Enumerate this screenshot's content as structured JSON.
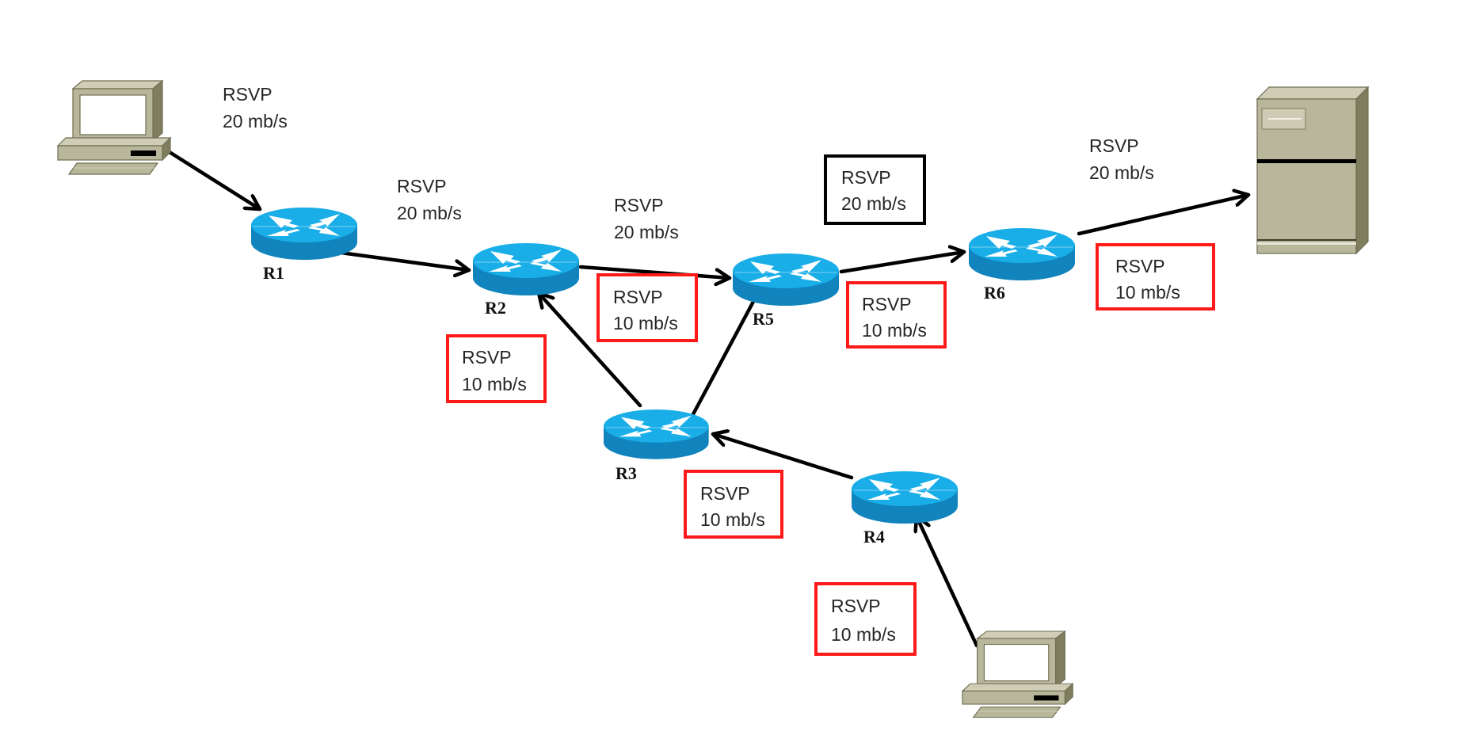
{
  "diagram": {
    "type": "network-topology",
    "protocol": "RSVP",
    "colors": {
      "router_top": "#19aee8",
      "router_side": "#1183bd",
      "reserved_box": "#ff1a1a",
      "highlight_box": "#000000",
      "device_body": "#b8b79c",
      "link": "#000000"
    },
    "nodes": [
      {
        "id": "host-a",
        "kind": "workstation"
      },
      {
        "id": "R1",
        "kind": "router",
        "label": "R1"
      },
      {
        "id": "R2",
        "kind": "router",
        "label": "R2"
      },
      {
        "id": "R3",
        "kind": "router",
        "label": "R3"
      },
      {
        "id": "R4",
        "kind": "router",
        "label": "R4"
      },
      {
        "id": "R5",
        "kind": "router",
        "label": "R5"
      },
      {
        "id": "R6",
        "kind": "router",
        "label": "R6"
      },
      {
        "id": "host-b",
        "kind": "workstation"
      },
      {
        "id": "server",
        "kind": "server"
      }
    ],
    "links": [
      {
        "from": "host-a",
        "to": "R1",
        "directed": true
      },
      {
        "from": "R1",
        "to": "R2",
        "directed": true
      },
      {
        "from": "R2",
        "to": "R5",
        "directed": true
      },
      {
        "from": "R5",
        "to": "R6",
        "directed": true
      },
      {
        "from": "R6",
        "to": "server",
        "directed": true
      },
      {
        "from": "R3",
        "to": "R2",
        "directed": true
      },
      {
        "from": "R3",
        "to": "R5",
        "directed": false
      },
      {
        "from": "R4",
        "to": "R3",
        "directed": true
      },
      {
        "from": "host-b",
        "to": "R4",
        "directed": true
      }
    ],
    "annotations": [
      {
        "id": "a1",
        "style": "plain",
        "line1": "RSVP",
        "line2": "20 mb/s",
        "link": "host-a→R1"
      },
      {
        "id": "a2",
        "style": "plain",
        "line1": "RSVP",
        "line2": "20 mb/s",
        "link": "R1→R2"
      },
      {
        "id": "a3",
        "style": "plain",
        "line1": "RSVP",
        "line2": "20 mb/s",
        "link": "R2→R5"
      },
      {
        "id": "a4",
        "style": "black-box",
        "line1": "RSVP",
        "line2": "20 mb/s",
        "link": "R5→R6"
      },
      {
        "id": "a5",
        "style": "plain",
        "line1": "RSVP",
        "line2": "20 mb/s",
        "link": "R6→server"
      },
      {
        "id": "b1",
        "style": "red-box",
        "line1": "RSVP",
        "line2": "10 mb/s",
        "link": "R2→R5"
      },
      {
        "id": "b2",
        "style": "red-box",
        "line1": "RSVP",
        "line2": "10 mb/s",
        "link": "R3→R2"
      },
      {
        "id": "b3",
        "style": "red-box",
        "line1": "RSVP",
        "line2": "10 mb/s",
        "link": "R5→R6"
      },
      {
        "id": "b4",
        "style": "red-box",
        "line1": "RSVP",
        "line2": "10 mb/s",
        "link": "R6→server"
      },
      {
        "id": "b5",
        "style": "red-box",
        "line1": "RSVP",
        "line2": "10 mb/s",
        "link": "R4→R3"
      },
      {
        "id": "b6",
        "style": "red-box",
        "line1": "RSVP",
        "line2": "10 mb/s",
        "link": "host-b→R4"
      }
    ]
  },
  "router_labels": {
    "r1": "R1",
    "r2": "R2",
    "r3": "R3",
    "r4": "R4",
    "r5": "R5",
    "r6": "R6"
  },
  "labels": {
    "a1": {
      "l1": "RSVP",
      "l2": "20 mb/s"
    },
    "a2": {
      "l1": "RSVP",
      "l2": "20 mb/s"
    },
    "a3": {
      "l1": "RSVP",
      "l2": "20 mb/s"
    },
    "a4": {
      "l1": "RSVP",
      "l2": "20 mb/s"
    },
    "a5": {
      "l1": "RSVP",
      "l2": "20 mb/s"
    },
    "b1": {
      "l1": "RSVP",
      "l2": "10 mb/s"
    },
    "b2": {
      "l1": "RSVP",
      "l2": "10 mb/s"
    },
    "b3": {
      "l1": "RSVP",
      "l2": "10 mb/s"
    },
    "b4": {
      "l1": "RSVP",
      "l2": "10 mb/s"
    },
    "b5": {
      "l1": "RSVP",
      "l2": "10 mb/s"
    },
    "b6": {
      "l1": "RSVP",
      "l2": "10 mb/s"
    }
  }
}
